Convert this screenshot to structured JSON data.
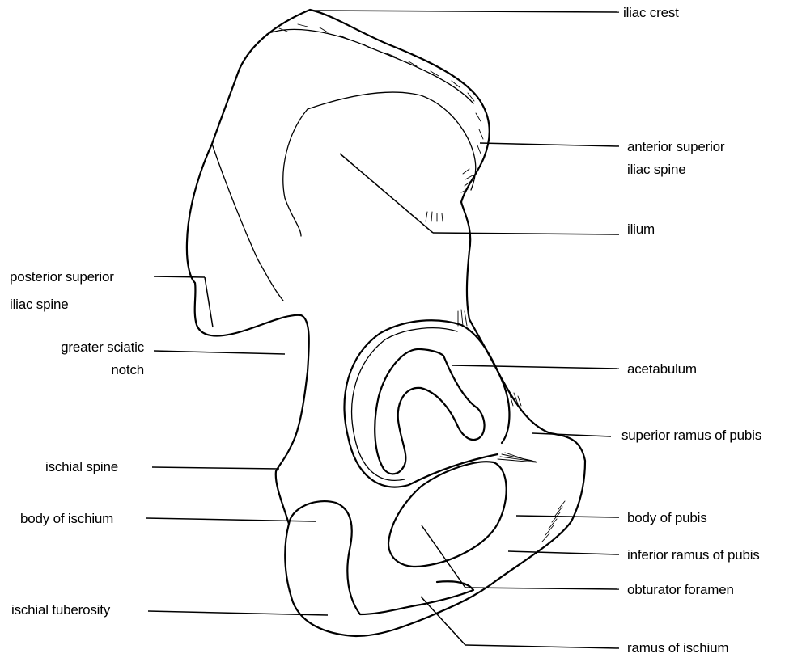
{
  "labels": {
    "iliac_crest": "iliac crest",
    "asis": "anterior superior\niliac spine",
    "ilium": "ilium",
    "psis": "posterior superior\niliac spine",
    "greater_sciatic_notch": "greater sciatic\nnotch",
    "acetabulum": "acetabulum",
    "superior_ramus_pubis": "superior ramus of pubis",
    "ischial_spine": "ischial spine",
    "body_ischium": "body of ischium",
    "body_pubis": "body of pubis",
    "inferior_ramus_pubis": "inferior ramus of pubis",
    "obturator_foramen": "obturator foramen",
    "ischial_tuberosity": "ischial tuberosity",
    "ramus_ischium": "ramus of ischium"
  }
}
